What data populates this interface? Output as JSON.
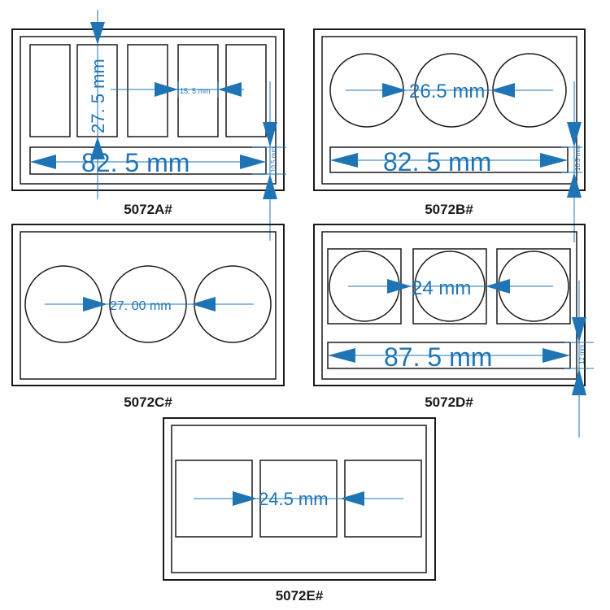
{
  "panels": {
    "a": {
      "caption": "5072A#",
      "dim_height": "27. 5 mm",
      "dim_gap": "15. 5 mm",
      "dim_width": "82. 5 mm",
      "dim_side": "10.5 mm"
    },
    "b": {
      "caption": "5072B#",
      "dim_circle": "26.5 mm",
      "dim_width": "82. 5 mm",
      "dim_side": "10.5 mm"
    },
    "c": {
      "caption": "5072C#",
      "dim_circle": "27. 00 mm"
    },
    "d": {
      "caption": "5072D#",
      "dim_circle": "24 mm",
      "dim_width": "87. 5 mm",
      "dim_side": "12 mm"
    },
    "e": {
      "caption": "5072E#",
      "dim_square": "24.5 mm"
    }
  },
  "colors": {
    "dimension": "#1f74b6",
    "outline": "#1a1a1a"
  }
}
